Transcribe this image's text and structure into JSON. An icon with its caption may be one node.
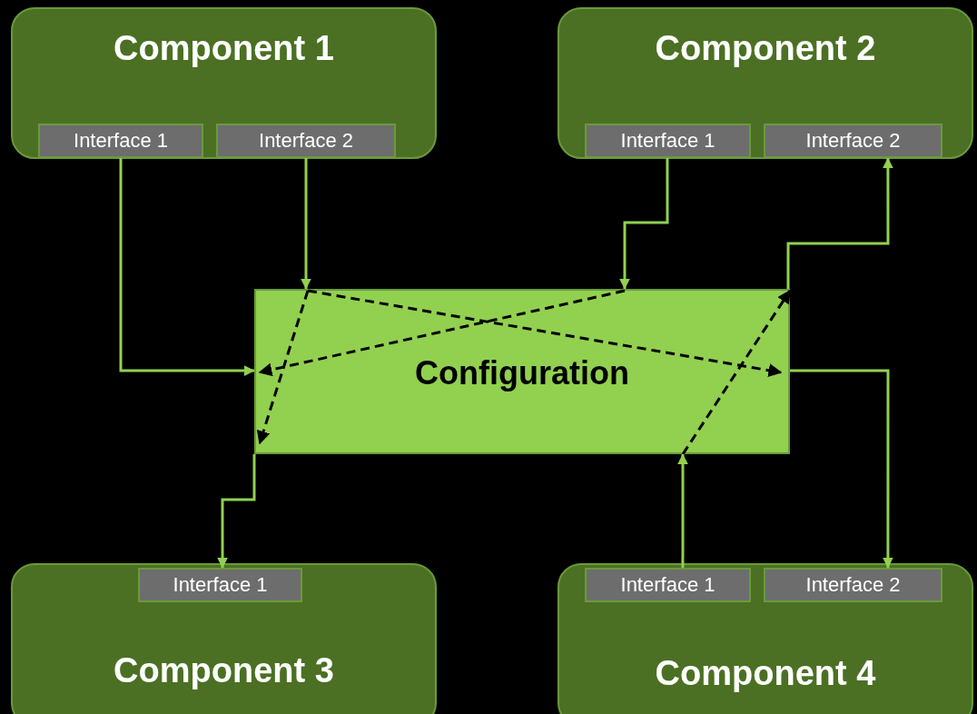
{
  "diagram": {
    "nodes": [
      {
        "text": [
          "Component 1"
        ]
      },
      {
        "text": [
          "Interface 1"
        ],
        "in": 0
      },
      {
        "text": [
          "Interface 2"
        ],
        "in": 0
      },
      {
        "text": [
          "Component 2"
        ]
      },
      {
        "text": [
          "Interface 1"
        ],
        "in": 3
      },
      {
        "text": [
          "Interface 2"
        ],
        "in": 3
      },
      {
        "text": [
          "Configuration"
        ]
      },
      {
        "text": [
          "Component 3"
        ]
      },
      {
        "text": [
          "Interface 1"
        ],
        "in": 7
      },
      {
        "text": [
          "Component 4"
        ]
      },
      {
        "text": [
          "Interface 1"
        ],
        "in": 9
      },
      {
        "text": [
          "Interface 2"
        ],
        "in": 9
      }
    ],
    "edges": [
      {
        "from": 1,
        "to": 6,
        "arrow": "to"
      },
      {
        "from": 2,
        "to": 6,
        "arrow": "to"
      },
      {
        "from": 4,
        "to": 6,
        "arrow": "to"
      },
      {
        "from": 6,
        "to": 5,
        "arrow": "to"
      },
      {
        "from": 6,
        "to": 11,
        "arrow": "to"
      },
      {
        "from": 10,
        "to": 6,
        "arrow": "to"
      },
      {
        "from": 6,
        "to": 8,
        "arrow": "to"
      }
    ]
  }
}
